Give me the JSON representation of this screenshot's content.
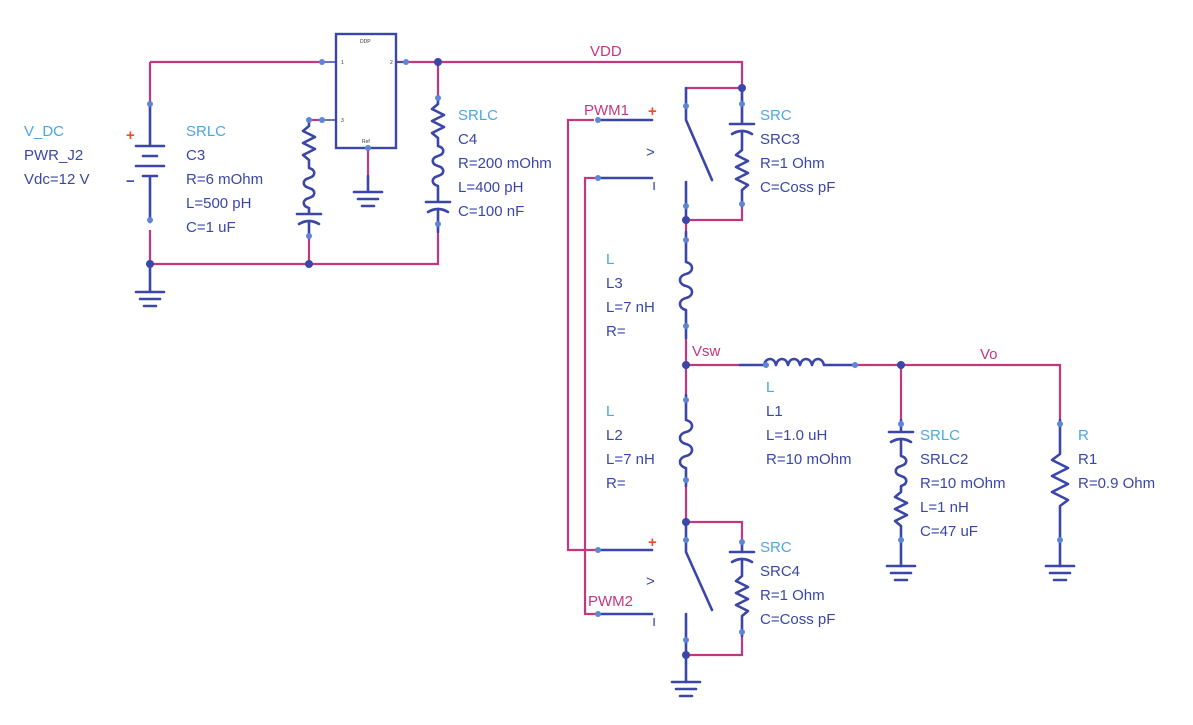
{
  "colors": {
    "wire": "#c2387e",
    "component": "#3a46a8",
    "type_label": "#4aa8e0",
    "param_label": "#3a46a8",
    "net_label": "#c2387e",
    "polarity": "#f04a2a",
    "pin": "#5c86d6"
  },
  "nets": {
    "vdd": "VDD",
    "vsw": "Vsw",
    "vo": "Vo",
    "pwm1": "PWM1",
    "pwm2": "PWM2"
  },
  "marks": {
    "plus": "+",
    "minus": "−",
    "gt": ">",
    "bar": "ı"
  },
  "source": {
    "type": "V_DC",
    "name": "PWR_J2",
    "param": "Vdc=12 V"
  },
  "c3": {
    "type": "SRLC",
    "name": "C3",
    "p1": "R=6 mOhm",
    "p2": "L=500 pH",
    "p3": "C=1 uF"
  },
  "c4": {
    "type": "SRLC",
    "name": "C4",
    "p1": "R=200 mOhm",
    "p2": "L=400 pH",
    "p3": "C=100 nF"
  },
  "src3": {
    "type": "SRC",
    "name": "SRC3",
    "p1": "R=1 Ohm",
    "p2": "C=Coss pF"
  },
  "l3": {
    "type": "L",
    "name": "L3",
    "p1": "L=7 nH",
    "p2": "R="
  },
  "l2": {
    "type": "L",
    "name": "L2",
    "p1": "L=7 nH",
    "p2": "R="
  },
  "l1": {
    "type": "L",
    "name": "L1",
    "p1": "L=1.0 uH",
    "p2": "R=10 mOhm"
  },
  "srlc2": {
    "type": "SRLC",
    "name": "SRLC2",
    "p1": "R=10 mOhm",
    "p2": "L=1 nH",
    "p3": "C=47 uF"
  },
  "r1": {
    "type": "R",
    "name": "R1",
    "p1": "R=0.9 Ohm"
  },
  "src4": {
    "type": "SRC",
    "name": "SRC4",
    "p1": "R=1 Ohm",
    "p2": "C=Coss pF"
  },
  "ic": {
    "top": "DDP",
    "bottom": "Ref",
    "pin1": "1",
    "pin2": "2",
    "pin3": "3"
  }
}
